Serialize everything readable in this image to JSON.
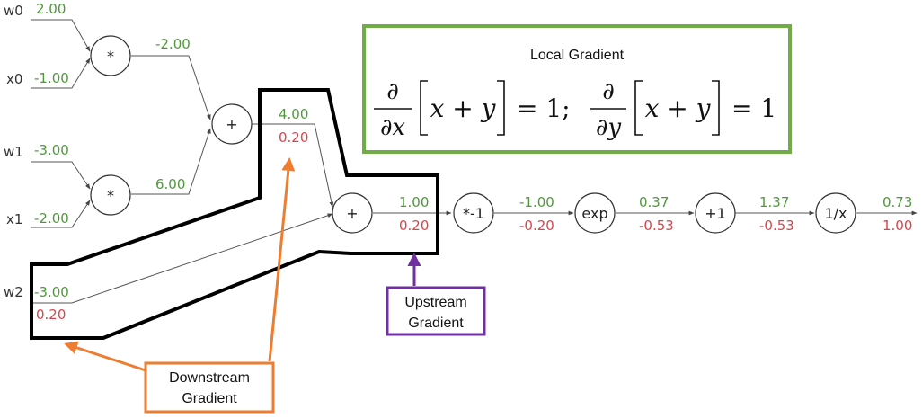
{
  "inputs": {
    "w0": {
      "name": "w0",
      "value": "2.00"
    },
    "x0": {
      "name": "x0",
      "value": "-1.00"
    },
    "w1": {
      "name": "w1",
      "value": "-3.00"
    },
    "x1": {
      "name": "x1",
      "value": "-2.00"
    },
    "w2": {
      "name": "w2",
      "value": "-3.00",
      "grad": "0.20"
    }
  },
  "nodes": {
    "mul0": {
      "op": "*",
      "value": "-2.00"
    },
    "mul1": {
      "op": "*",
      "value": "6.00"
    },
    "add0": {
      "op": "+",
      "value": "4.00",
      "grad": "0.20"
    },
    "add1": {
      "op": "+",
      "value": "1.00",
      "grad": "0.20"
    },
    "neg": {
      "op": "*-1",
      "value": "-1.00",
      "grad": "-0.20"
    },
    "exp": {
      "op": "exp",
      "value": "0.37",
      "grad": "-0.53"
    },
    "plus1": {
      "op": "+1",
      "value": "1.37",
      "grad": "-0.53"
    },
    "recip": {
      "op": "1/x",
      "value": "0.73",
      "grad": "1.00"
    }
  },
  "local_gradient": {
    "title": "Local Gradient",
    "equals": "= 1;",
    "equals_end": "= 1",
    "d": "∂",
    "dx": "∂x",
    "dy": "∂y",
    "expr": "x + y"
  },
  "callouts": {
    "upstream": [
      "Upstream",
      "Gradient"
    ],
    "downstream": [
      "Downstream",
      "Gradient"
    ]
  },
  "colors": {
    "forward": "#4e9a3a",
    "backward": "#d9454a",
    "local_box": "#70ad47",
    "upstream_box": "#7030a0",
    "downstream_box": "#ed7d31",
    "highlight": "#000000"
  }
}
